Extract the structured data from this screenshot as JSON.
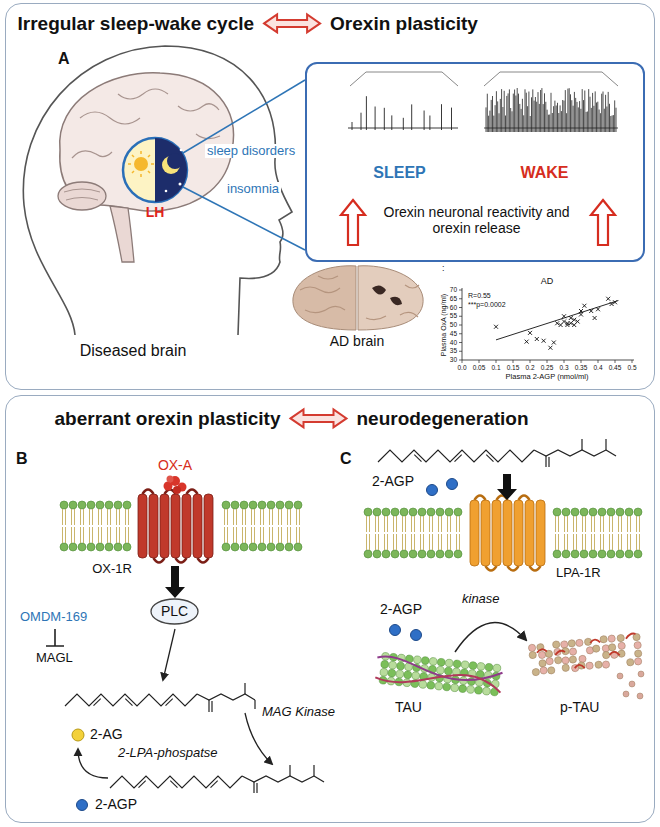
{
  "diagram": {
    "nodes": [
      {
        "text": [
          "Irregular sleep-wake cycle",
          "Orexin plasticity"
        ]
      },
      {
        "text": [
          "SLEEP",
          "WAKE",
          "Orexin neuronal reactivity and orexin release"
        ],
        "in": 0
      },
      {
        "text": [
          "aberrant orexin plasticity",
          "neurodegeneration"
        ]
      },
      {
        "text": [
          "PLC"
        ],
        "in": 2
      }
    ],
    "labels": [
      "A",
      "LH",
      "sleep disorders",
      "insomnia",
      "Diseased brain",
      "AD brain",
      ":",
      "AD",
      "R=0.55",
      "***p=0.0002",
      "Plasma OxA (ng/ml)",
      "Plasma 2-AGP (nmol/ml)",
      "70",
      "65",
      "60",
      "55",
      "50",
      "45",
      "40",
      "35",
      "30",
      "0.0",
      "0.05",
      "0.1",
      "0.15",
      "0.2",
      "0.25",
      "0.3",
      "0.35",
      "0.4",
      "0.45",
      "0.5",
      "B",
      "C",
      "OX-A",
      "OX-1R",
      "OMDM-169",
      "MAGL",
      "2-AG",
      "MAG Kinase",
      "2-LPA-phospatse",
      "2-AGP",
      "2-AGP",
      "LPA-1R",
      "2-AGP",
      "kinase",
      "TAU",
      "p-TAU"
    ]
  }
}
